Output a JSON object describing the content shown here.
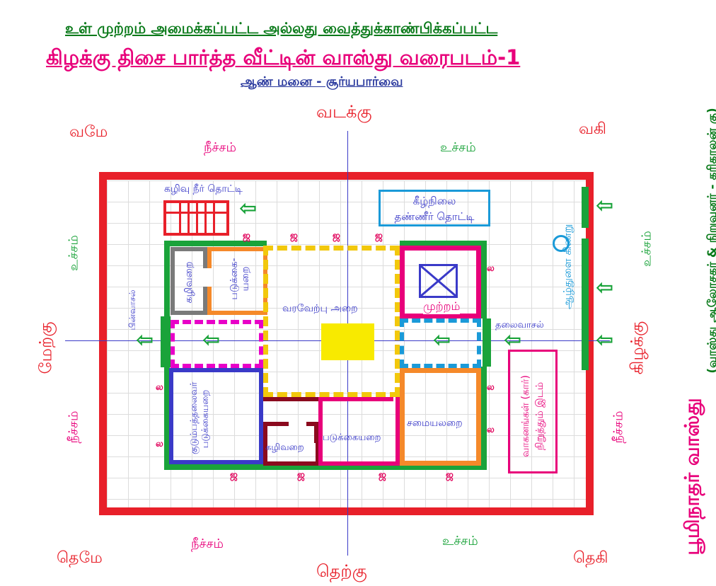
{
  "header": {
    "line1": "உள் முற்றம் அமைக்கப்பட்ட அல்லது வைத்துக்காண்பிக்கப்பட்ட",
    "line2": "கிழக்கு திசை பார்த்த வீட்டின் வாஸ்து வரைபடம்-1",
    "line3": "ஆண் மனை - சூர்யபார்வை"
  },
  "directions": {
    "north": "வடக்கு",
    "south": "தெற்கு",
    "east": "கிழக்கு",
    "west": "மேற்கு",
    "nw": "வமே",
    "ne": "வகி",
    "sw": "தெமே",
    "se": "தெகி"
  },
  "zones": {
    "north_left": "நீச்சம்",
    "north_right": "உச்சம்",
    "south_left": "நீச்சம்",
    "south_right": "உச்சம்",
    "west_top": "உச்சம்",
    "west_bottom": "நீச்சம்",
    "east_top": "உச்சம்",
    "east_bottom": "நீச்சம்"
  },
  "side_credit": {
    "brand": "பூமிநாதர் வாஸ்து",
    "credit": "(வாஸ்து ஆலோசகர் & நிறுவனர் - கரிகாலன் கு)"
  },
  "rooms": {
    "septic_tank": "கழிவு நீர் தொட்டி",
    "underground_tank_line1": "கீழ்நிலை",
    "underground_tank_line2": "தண்ணீர் தொட்டி",
    "borewell": "ஆழ்துளை கிணறு",
    "toilet_nw": "கழிவறை",
    "bedroom_nw_line1": "படுக்கை-",
    "bedroom_nw_line2": "யறை",
    "reception": "வரவேற்பு அறை",
    "courtyard": "முற்றம்",
    "back_door": "பின்வாசல்",
    "main_door": "தலைவாசல்",
    "master_bedroom_line1": "குடும்பத்தலைவர்",
    "master_bedroom_line2": "படுக்கையறை",
    "toilet_s": "கழிவறை",
    "bedroom_s": "படுக்கையறை",
    "kitchen": "சமையலறை",
    "parking_line1": "வாகனங்கள் (கார்)",
    "parking_line2": "நிறுத்தும் இடம்"
  },
  "marks": {
    "jha": "ஜ",
    "la": "ல"
  },
  "colors": {
    "outer_wall": "#e8202a",
    "green_wall": "#1aa33a",
    "magenta": "#e8007a",
    "yellow_dashed": "#f2c80c",
    "blue": "#3a3ac8",
    "orange": "#f5892a",
    "dark_red": "#8b0a1e",
    "cyan": "#1a9ad8",
    "gray": "#7a7a7a",
    "center_yellow": "#f8ea00"
  }
}
